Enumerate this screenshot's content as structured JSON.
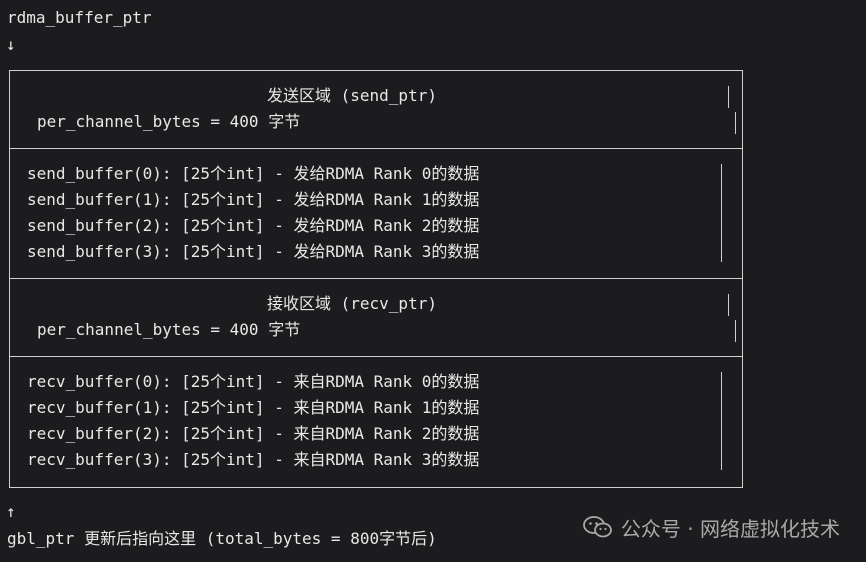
{
  "header": {
    "title": "rdma_buffer_ptr",
    "down_arrow": "↓"
  },
  "send_section": {
    "title": "发送区域 (send_ptr)",
    "per_channel": "per_channel_bytes = 400 字节",
    "rows": [
      "send_buffer(0): [25个int] - 发给RDMA Rank 0的数据",
      "send_buffer(1): [25个int] - 发给RDMA Rank 1的数据",
      "send_buffer(2): [25个int] - 发给RDMA Rank 2的数据",
      "send_buffer(3): [25个int] - 发给RDMA Rank 3的数据"
    ]
  },
  "recv_section": {
    "title": "接收区域 (recv_ptr)",
    "per_channel": "per_channel_bytes = 400 字节",
    "rows": [
      "recv_buffer(0): [25个int] - 来自RDMA Rank 0的数据",
      "recv_buffer(1): [25个int] - 来自RDMA Rank 1的数据",
      "recv_buffer(2): [25个int] - 来自RDMA Rank 2的数据",
      "recv_buffer(3): [25个int] - 来自RDMA Rank 3的数据"
    ]
  },
  "footer": {
    "up_arrow": "↑",
    "note": "gbl_ptr 更新后指向这里 (total_bytes = 800字节后)"
  },
  "watermark": {
    "text": "公众号 · 网络虚拟化技术",
    "icon": "wechat-icon"
  }
}
